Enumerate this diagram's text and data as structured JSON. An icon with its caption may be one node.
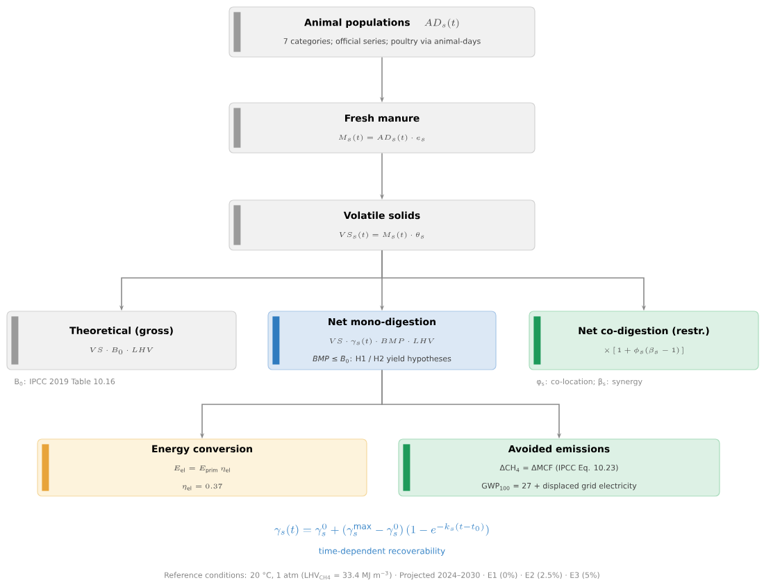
{
  "diagram": {
    "nodes": [
      {
        "text": [
          "Animal populations",
          "AD_s(t)",
          "7 categories; official series; poultry via animal-days"
        ]
      },
      {
        "text": [
          "Fresh manure",
          "M_s(t) = AD_s(t)\\cdot e_s"
        ]
      },
      {
        "text": [
          "Volatile solids",
          "VS_s(t) = M_s(t)\\cdot \\theta_s"
        ]
      },
      {
        "text": [
          "Theoretical (gross)",
          "VS\\cdot B_0\\cdot LHV"
        ],
        "beside": [
          "B$_{0}$: IPCC 2019 Table 10.16"
        ]
      },
      {
        "text": [
          "Net mono-digestion",
          "VS\\cdot \\gamma_s(t)\\cdot BMP\\cdot LHV",
          "*BMP* ≤ *B*$_{0}$:  H1 / H2 yield hypotheses"
        ]
      },
      {
        "text": [
          "Net co-digestion (restr.)",
          "\\times\\,[\\,1+\\phi_s(\\beta_s-1)\\,]"
        ],
        "beside": [
          "φ$_{s}$: co-location;  β$_{s}$: synergy"
        ]
      },
      {
        "text": [
          "Energy conversion",
          "E_{\\mathrm{el}} = E_{\\mathrm{prim}}\\,\\eta_{\\mathrm{el}}",
          "\\eta_{\\mathrm{el}} = 0.37"
        ]
      },
      {
        "text": [
          "Avoided emissions",
          "ΔCH$_{4}$ = ΔMCF   (IPCC Eq. 10.23)",
          "GWP$_{100}$ = 27  +  displaced grid electricity"
        ]
      }
    ],
    "edges": [
      {
        "from": 0,
        "to": 1,
        "arrow": "to"
      },
      {
        "from": 1,
        "to": 2,
        "arrow": "to"
      },
      {
        "from": 2,
        "to": 3,
        "arrow": "to"
      },
      {
        "from": 2,
        "to": 4,
        "arrow": "to"
      },
      {
        "from": 2,
        "to": 5,
        "arrow": "to"
      },
      {
        "from": 4,
        "to": 6,
        "arrow": "to"
      },
      {
        "from": 4,
        "to": 7,
        "arrow": "to"
      }
    ],
    "labels": [
      "\\gamma_s(t) = \\gamma_s^0 + (\\gamma_s^{\\max} - \\gamma_s^0)\\,(1 - e^{-k_s(t-t_0)})",
      "time-dependent recoverability",
      "Reference conditions: 20 °C, 1 atm  (LHV$_{CH4}$ = 33.4 MJ m$^{−3}$)   ·   Projected 2024–2030  ·  E1 (0%)  ·  E2 (2.5%)  ·  E3 (5%)"
    ]
  }
}
